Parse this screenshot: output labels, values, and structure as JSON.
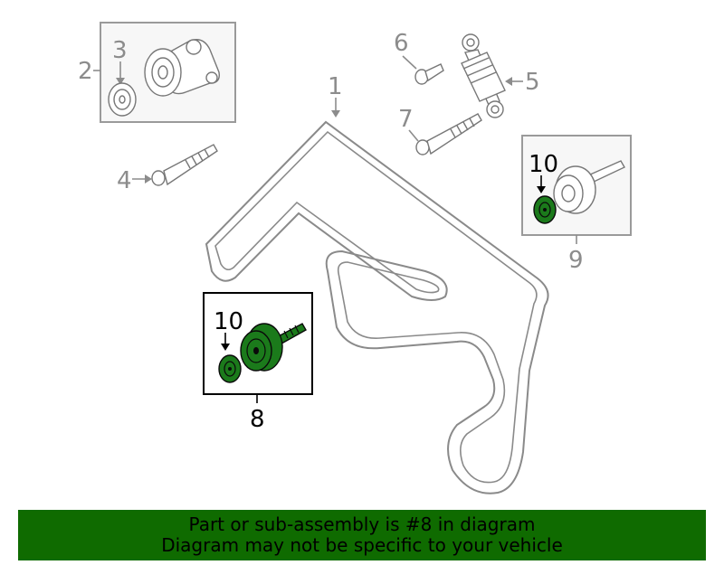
{
  "callouts": {
    "c1": "1",
    "c2": "2",
    "c3": "3",
    "c4": "4",
    "c5": "5",
    "c6": "6",
    "c7": "7",
    "c8": "8",
    "c9": "9",
    "c10a": "10",
    "c10b": "10"
  },
  "banner": {
    "line1": "Part or sub-assembly is #8 in diagram",
    "line2": "Diagram may not be specific to your vehicle"
  },
  "colors": {
    "highlight": "#1b7a1b",
    "banner": "#0f6b00",
    "part_outline": "#777777"
  }
}
